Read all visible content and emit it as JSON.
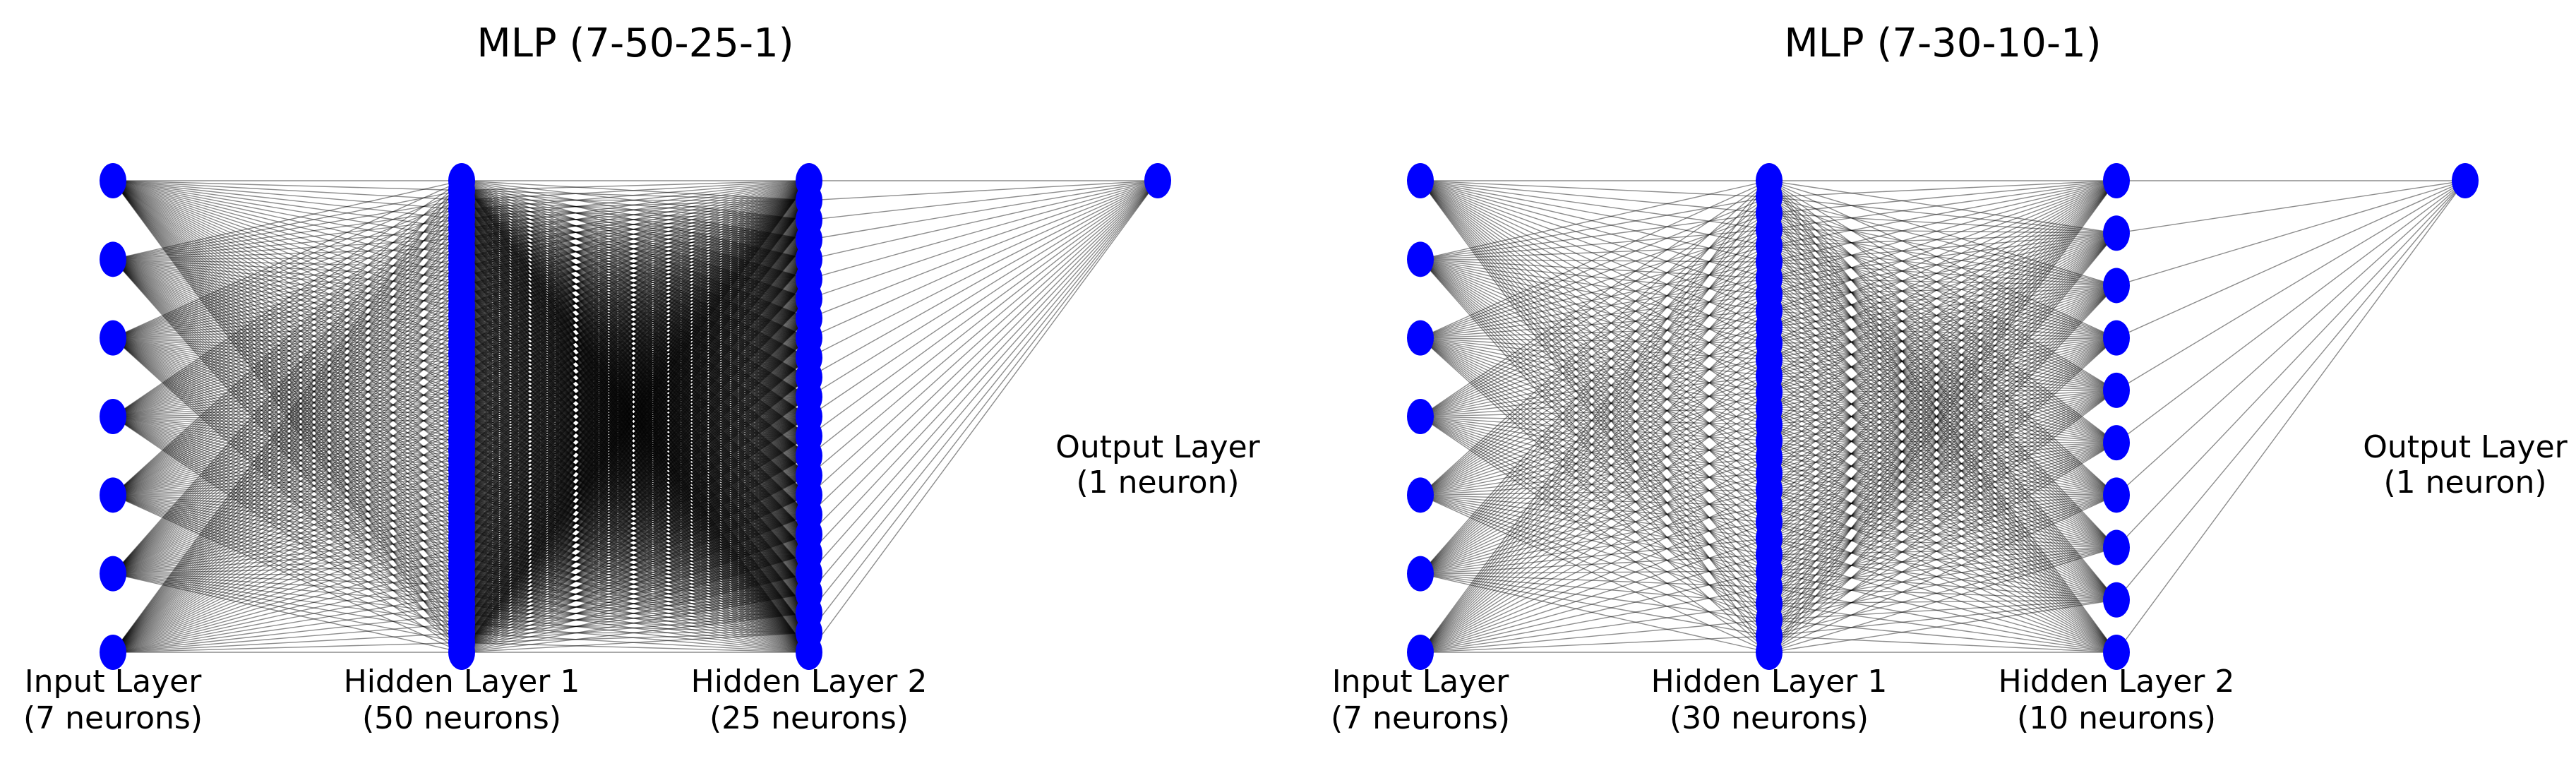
{
  "colors": {
    "neuron": "#0000ff",
    "edge": "#000000",
    "background": "#ffffff"
  },
  "networks": [
    {
      "title": "MLP (7-50-25-1)",
      "layers": [
        {
          "name": "Input Layer",
          "count_label": "(7 neurons)",
          "neurons": 7
        },
        {
          "name": "Hidden Layer 1",
          "count_label": "(50 neurons)",
          "neurons": 50
        },
        {
          "name": "Hidden Layer 2",
          "count_label": "(25 neurons)",
          "neurons": 25
        },
        {
          "name": "Output Layer",
          "count_label": "(1 neuron)",
          "neurons": 1
        }
      ]
    },
    {
      "title": "MLP (7-30-10-1)",
      "layers": [
        {
          "name": "Input Layer",
          "count_label": "(7 neurons)",
          "neurons": 7
        },
        {
          "name": "Hidden Layer 1",
          "count_label": "(30 neurons)",
          "neurons": 30
        },
        {
          "name": "Hidden Layer 2",
          "count_label": "(10 neurons)",
          "neurons": 10
        },
        {
          "name": "Output Layer",
          "count_label": "(1 neuron)",
          "neurons": 1
        }
      ]
    }
  ]
}
